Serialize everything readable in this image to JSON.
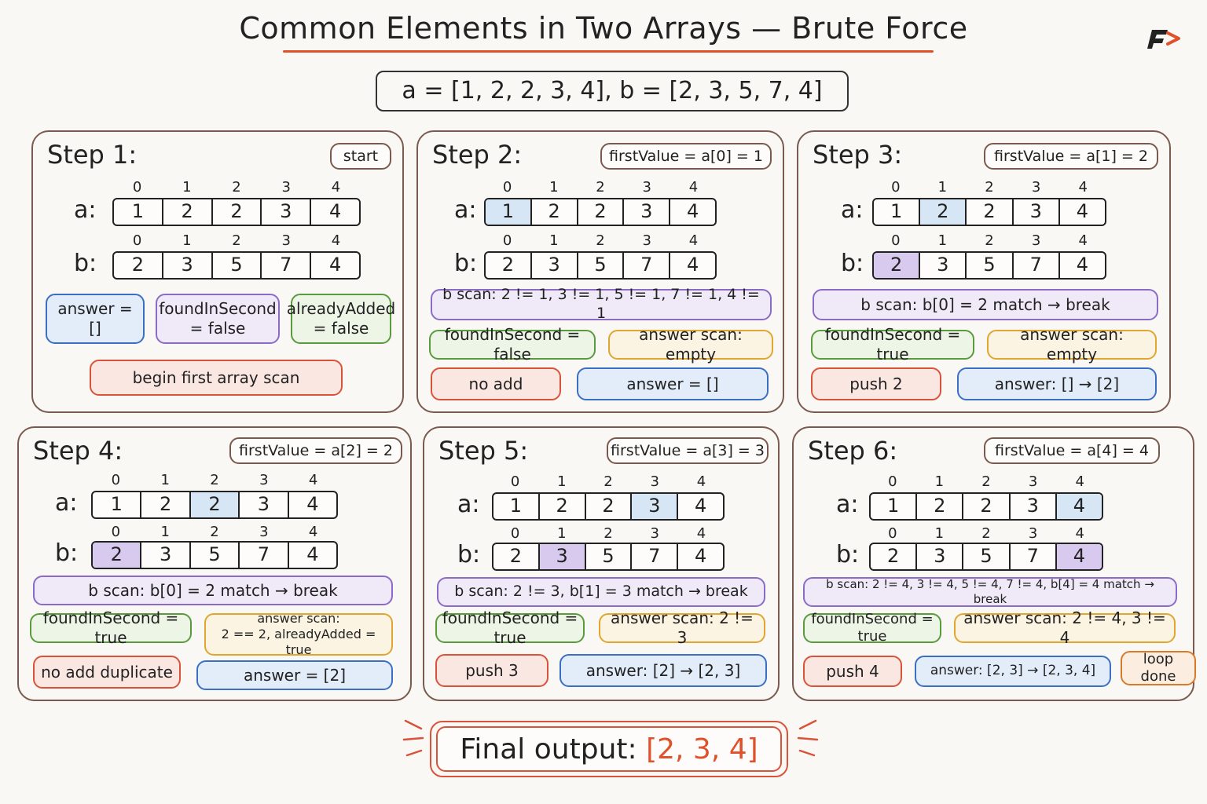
{
  "title": "Common Elements in Two Arrays — Brute Force",
  "arrays_text": "a = [1, 2, 2, 3, 4], b = [2, 3, 5, 7, 4]",
  "array_a_label": "a:",
  "array_b_label": "b:",
  "indices": [
    "0",
    "1",
    "2",
    "3",
    "4"
  ],
  "a_values": [
    "1",
    "2",
    "2",
    "3",
    "4"
  ],
  "b_values": [
    "2",
    "3",
    "5",
    "7",
    "4"
  ],
  "colors": {
    "accent": "#e0512b",
    "panel_border": "#7a5a4e",
    "highlight_a": "#d6e6f5",
    "highlight_b": "#d8c9ef",
    "blue": "#3a6fc4",
    "purple": "#8a6cc7",
    "green": "#5a9a3e",
    "yellow": "#e0a630",
    "red": "#d9533a",
    "orange": "#d97a2b"
  },
  "steps": [
    {
      "title": "Step 1:",
      "tag": "start",
      "a_highlight": null,
      "b_highlight": null,
      "answer": "answer = []",
      "found": "foundInSecond = false",
      "already": "alreadyAdded = false",
      "note": "begin first array scan"
    },
    {
      "title": "Step 2:",
      "tag": "firstValue = a[0] = 1",
      "a_highlight": 0,
      "b_highlight": null,
      "scan": "b scan: 2 != 1, 3 != 1, 5 != 1, 7 != 1, 4 != 1",
      "found": "foundInSecond = false",
      "answer_scan": "answer scan: empty",
      "action": "no add",
      "answer": "answer = []"
    },
    {
      "title": "Step 3:",
      "tag": "firstValue = a[1] = 2",
      "a_highlight": 1,
      "b_highlight": 0,
      "scan": "b scan: b[0] = 2 match → break",
      "found": "foundInSecond = true",
      "answer_scan": "answer scan: empty",
      "action": "push 2",
      "answer": "answer: [] → [2]"
    },
    {
      "title": "Step 4:",
      "tag": "firstValue = a[2] = 2",
      "a_highlight": 2,
      "b_highlight": 0,
      "scan": "b scan: b[0] = 2 match → break",
      "found": "foundInSecond = true",
      "answer_scan_line1": "answer scan:",
      "answer_scan_line2": "2 == 2, alreadyAdded = true",
      "action": "no add duplicate",
      "answer": "answer = [2]"
    },
    {
      "title": "Step 5:",
      "tag": "firstValue = a[3] = 3",
      "a_highlight": 3,
      "b_highlight": 1,
      "scan": "b scan: 2 != 3, b[1] = 3 match → break",
      "found": "foundInSecond = true",
      "answer_scan": "answer scan: 2 != 3",
      "action": "push 3",
      "answer": "answer: [2] → [2, 3]"
    },
    {
      "title": "Step 6:",
      "tag": "firstValue = a[4] = 4",
      "a_highlight": 4,
      "b_highlight": 4,
      "scan": "b scan: 2 != 4, 3 != 4, 5 != 4, 7 != 4, b[4] = 4 match → break",
      "found": "foundInSecond = true",
      "answer_scan": "answer scan: 2 != 4, 3 != 4",
      "action": "push 4",
      "answer": "answer: [2, 3] → [2, 3, 4]",
      "done": "loop done"
    }
  ],
  "final_label": "Final output:",
  "final_value": "[2, 3, 4]"
}
